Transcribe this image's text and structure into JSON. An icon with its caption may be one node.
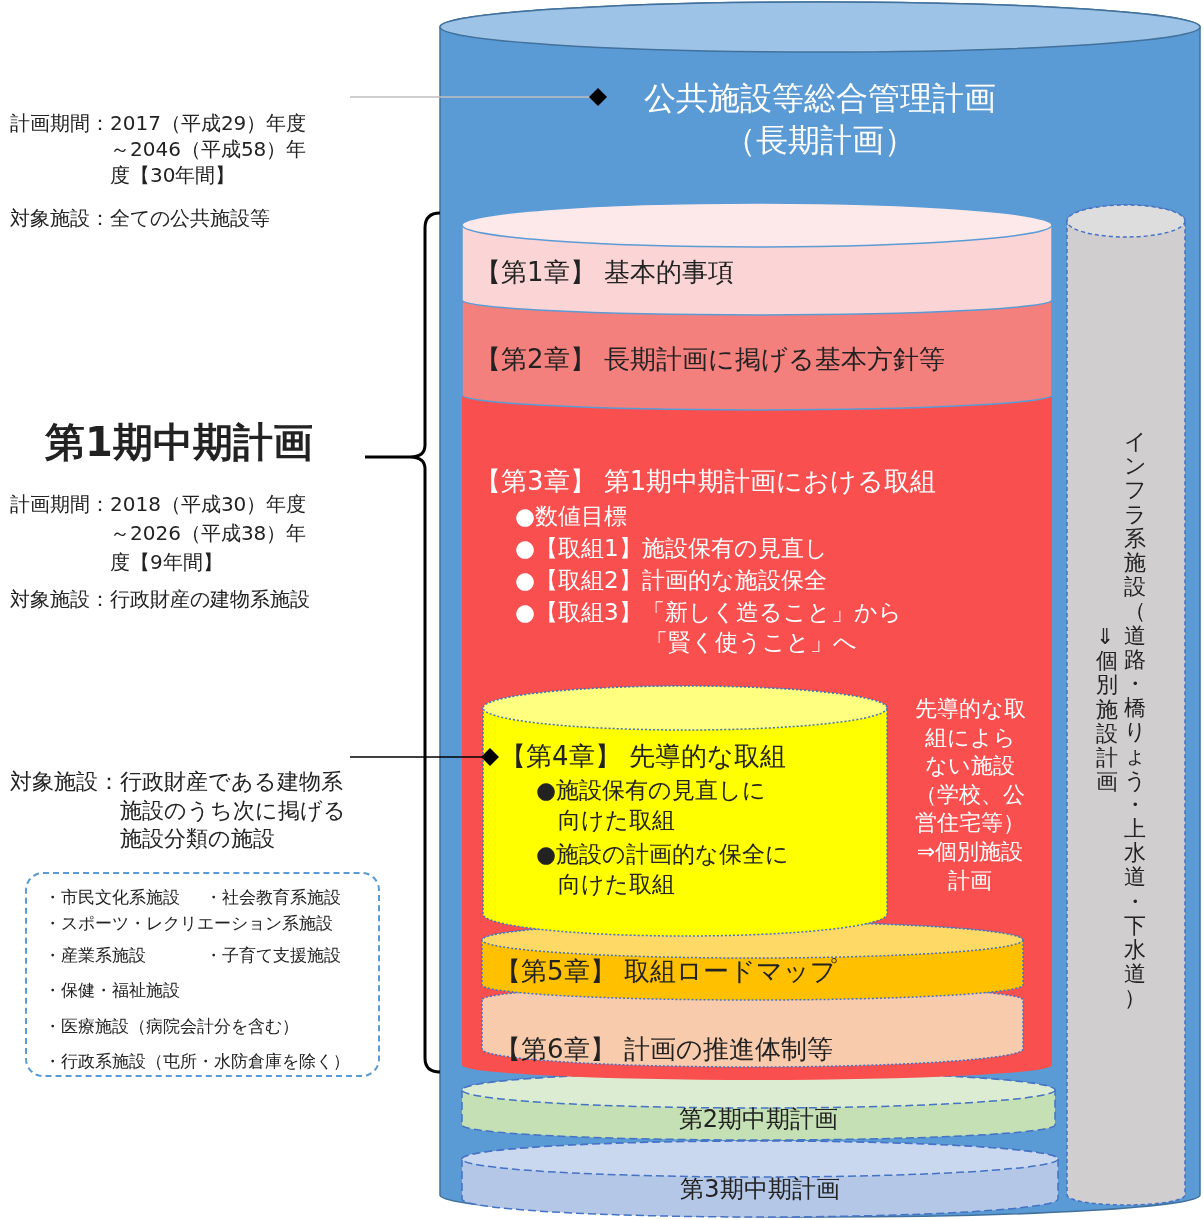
{
  "diagram": {
    "nodes": [
      {
        "text": [
          "公共施設等総合管理計画（長期計画）"
        ]
      },
      {
        "text": [
          "【第1章】 基本的事項"
        ],
        "in": 0
      },
      {
        "text": [
          "【第2章】 長期計画に掲げる基本方針等"
        ],
        "in": 0
      },
      {
        "text": [
          "【第3章】 第1期中期計画における取組",
          "●数値目標",
          "●【取組1】施設保有の見直し",
          "●【取組2】計画的な施設保全",
          "●【取組3】「新しく造ること」から「賢く使うこと」へ",
          "先導的な取組によらない施設（学校、公営住宅等）⇒個別施設計画"
        ],
        "in": 0
      },
      {
        "text": [
          "【第4章】 先導的な取組",
          "●施設保有の見直しに向けた取組",
          "●施設の計画的な保全に向けた取組"
        ],
        "in": 3
      },
      {
        "text": [
          "【第5章】 取組ロードマップ"
        ],
        "in": 3
      },
      {
        "text": [
          "【第6章】 計画の推進体制等"
        ],
        "in": 3
      },
      {
        "text": [
          "第2期中期計画"
        ],
        "in": 0
      },
      {
        "text": [
          "第3期中期計画"
        ],
        "in": 0
      },
      {
        "text": [
          "⇓個別施設計画",
          "インフラ系施設（道路・橋りょう・上水道・下水道）"
        ],
        "in": 0
      },
      {
        "text": [
          "計画期間：2017（平成29）年度～2046（平成58）年度【30年間】",
          "対象施設：全ての公共施設等"
        ]
      },
      {
        "text": [
          "対象施設：行政財産である建物系施設のうち次に掲げる施設分類の施設"
        ]
      },
      {
        "text": [
          "・市民文化系施設",
          "・社会教育系施設",
          "・スポーツ・レクリエーション系施設",
          "・産業系施設",
          "・子育て支援施設",
          "・保健・福祉施設",
          "・医療施設（病院会計分を含む）",
          "・行政系施設（屯所・水防倉庫を除く）"
        ]
      }
    ],
    "edges": [
      {
        "from": 10,
        "to": 0,
        "arrow": "other",
        "color": "#bfbfbf"
      },
      {
        "from": 11,
        "to": 4,
        "arrow": "other",
        "color": "#000000"
      }
    ],
    "labels": [
      "第1期中期計画",
      "計画期間：2018（平成30）年度～2026（平成38）年度【9年間】",
      "対象施設：行政財産の建物系施設"
    ]
  }
}
